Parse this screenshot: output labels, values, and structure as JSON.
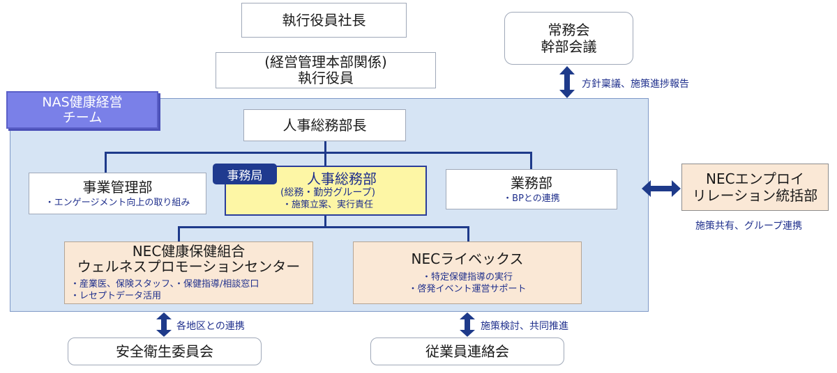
{
  "nodes": {
    "president": "執行役員社長",
    "exec_officer_line1": "(経営管理本部関係)",
    "exec_officer_line2": "執行役員",
    "managing_committee_line1": "常務会",
    "managing_committee_line2": "幹部会議",
    "hr_head": "人事総務部長",
    "team_label_line1": "NAS健康経営",
    "team_label_line2": "チーム",
    "business_mgmt": "事業管理部",
    "business_mgmt_sub": "・エンゲージメント向上の取り組み",
    "secretariat": "事務局",
    "hr_dept": "人事総務部",
    "hr_dept_sub1": "(総務・勤労グループ)",
    "hr_dept_sub2": "・施策立案、実行責任",
    "operations": "業務部",
    "operations_sub": "・BPとの連携",
    "nec_er_line1": "NECエンプロイ",
    "nec_er_line2": "リレーション統括部",
    "health_union_line1": "NEC健康保健組合",
    "health_union_line2": "ウェルネスプロモーションセンター",
    "health_union_sub1": "・産業医、保険スタッフ、・保健指導/相談窓口",
    "health_union_sub2": "・レセプトデータ活用",
    "livex": "NECライベックス",
    "livex_sub1": "・特定保健指導の実行",
    "livex_sub2": "・啓発イベント運営サポート",
    "safety_committee": "安全衛生委員会",
    "employee_council": "従業員連絡会"
  },
  "arrow_labels": {
    "policy": "方針稟議、施策進捗報告",
    "sharing": "施策共有、グループ連携",
    "regions": "各地区との連携",
    "joint": "施策検討、共同推進"
  },
  "colors": {
    "line": "#1e3a8a",
    "team_background": "#d6e4f4",
    "team_label": "#7a80e8",
    "highlight": "#fdf6a5",
    "partner": "#fae8d6"
  }
}
